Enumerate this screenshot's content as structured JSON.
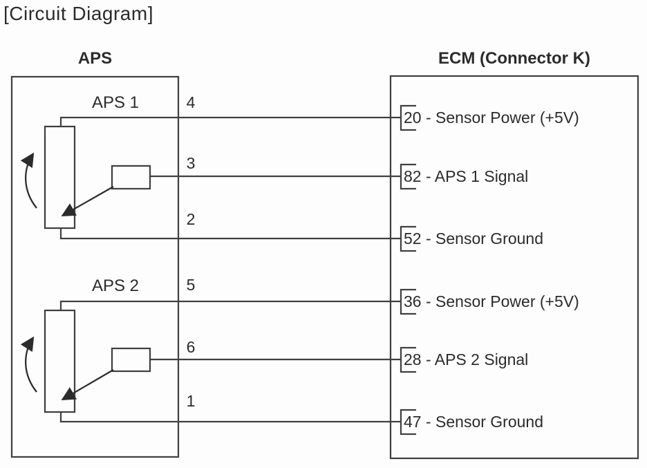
{
  "title": "[Circuit Diagram]",
  "colors": {
    "background": "#fdfdfd",
    "line": "#404040",
    "text": "#2b2b2b"
  },
  "aps": {
    "header": "APS",
    "sensors": [
      {
        "label": "APS 1",
        "pins": [
          "4",
          "3",
          "2"
        ]
      },
      {
        "label": "APS 2",
        "pins": [
          "5",
          "6",
          "1"
        ]
      }
    ]
  },
  "ecm": {
    "header": "ECM (Connector K)",
    "pins": [
      {
        "label": "20 - Sensor Power (+5V)"
      },
      {
        "label": "82 - APS 1 Signal"
      },
      {
        "label": "52 - Sensor Ground"
      },
      {
        "label": "36 - Sensor Power (+5V)"
      },
      {
        "label": "28 - APS 2 Signal"
      },
      {
        "label": "47 - Sensor Ground"
      }
    ]
  },
  "connections": [
    {
      "aps_pin": "4",
      "ecm_pin": "20"
    },
    {
      "aps_pin": "3",
      "ecm_pin": "82"
    },
    {
      "aps_pin": "2",
      "ecm_pin": "52"
    },
    {
      "aps_pin": "5",
      "ecm_pin": "36"
    },
    {
      "aps_pin": "6",
      "ecm_pin": "28"
    },
    {
      "aps_pin": "1",
      "ecm_pin": "47"
    }
  ]
}
